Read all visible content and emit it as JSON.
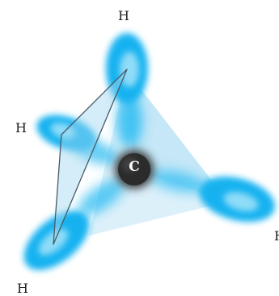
{
  "labels": {
    "hydrogen_top": "H",
    "hydrogen_left": "H",
    "hydrogen_bottom": "H",
    "hydrogen_right": "H",
    "carbon": "C"
  },
  "colors": {
    "orbital": "#1fb6f2",
    "orbital_core": "#9fe3fb",
    "tetra_face": "#a9dbf3",
    "carbon": "#2a2a2a",
    "edge_line": "#4a5a66"
  }
}
